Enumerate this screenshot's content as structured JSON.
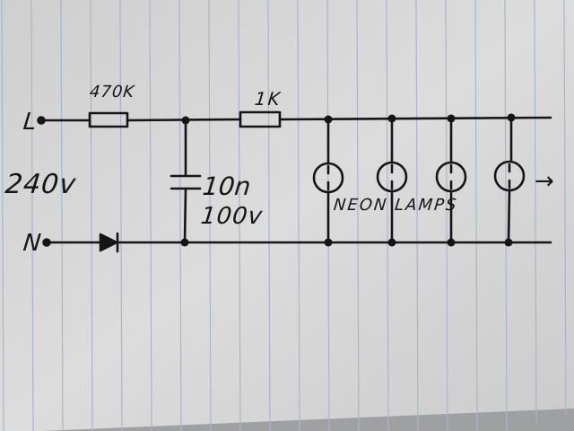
{
  "labels": {
    "live": "L",
    "neutral": "N",
    "voltage": "240v",
    "resistor_1": "470K",
    "resistor_2": "1K",
    "capacitance": "10n",
    "capacitor_rating": "100v",
    "lamps": "NEON LAMPS",
    "continuation_arrow": "→"
  },
  "colors": {
    "paper": "#d9d9d9",
    "rule_line": "#a8b4d4",
    "ink": "#151515"
  }
}
